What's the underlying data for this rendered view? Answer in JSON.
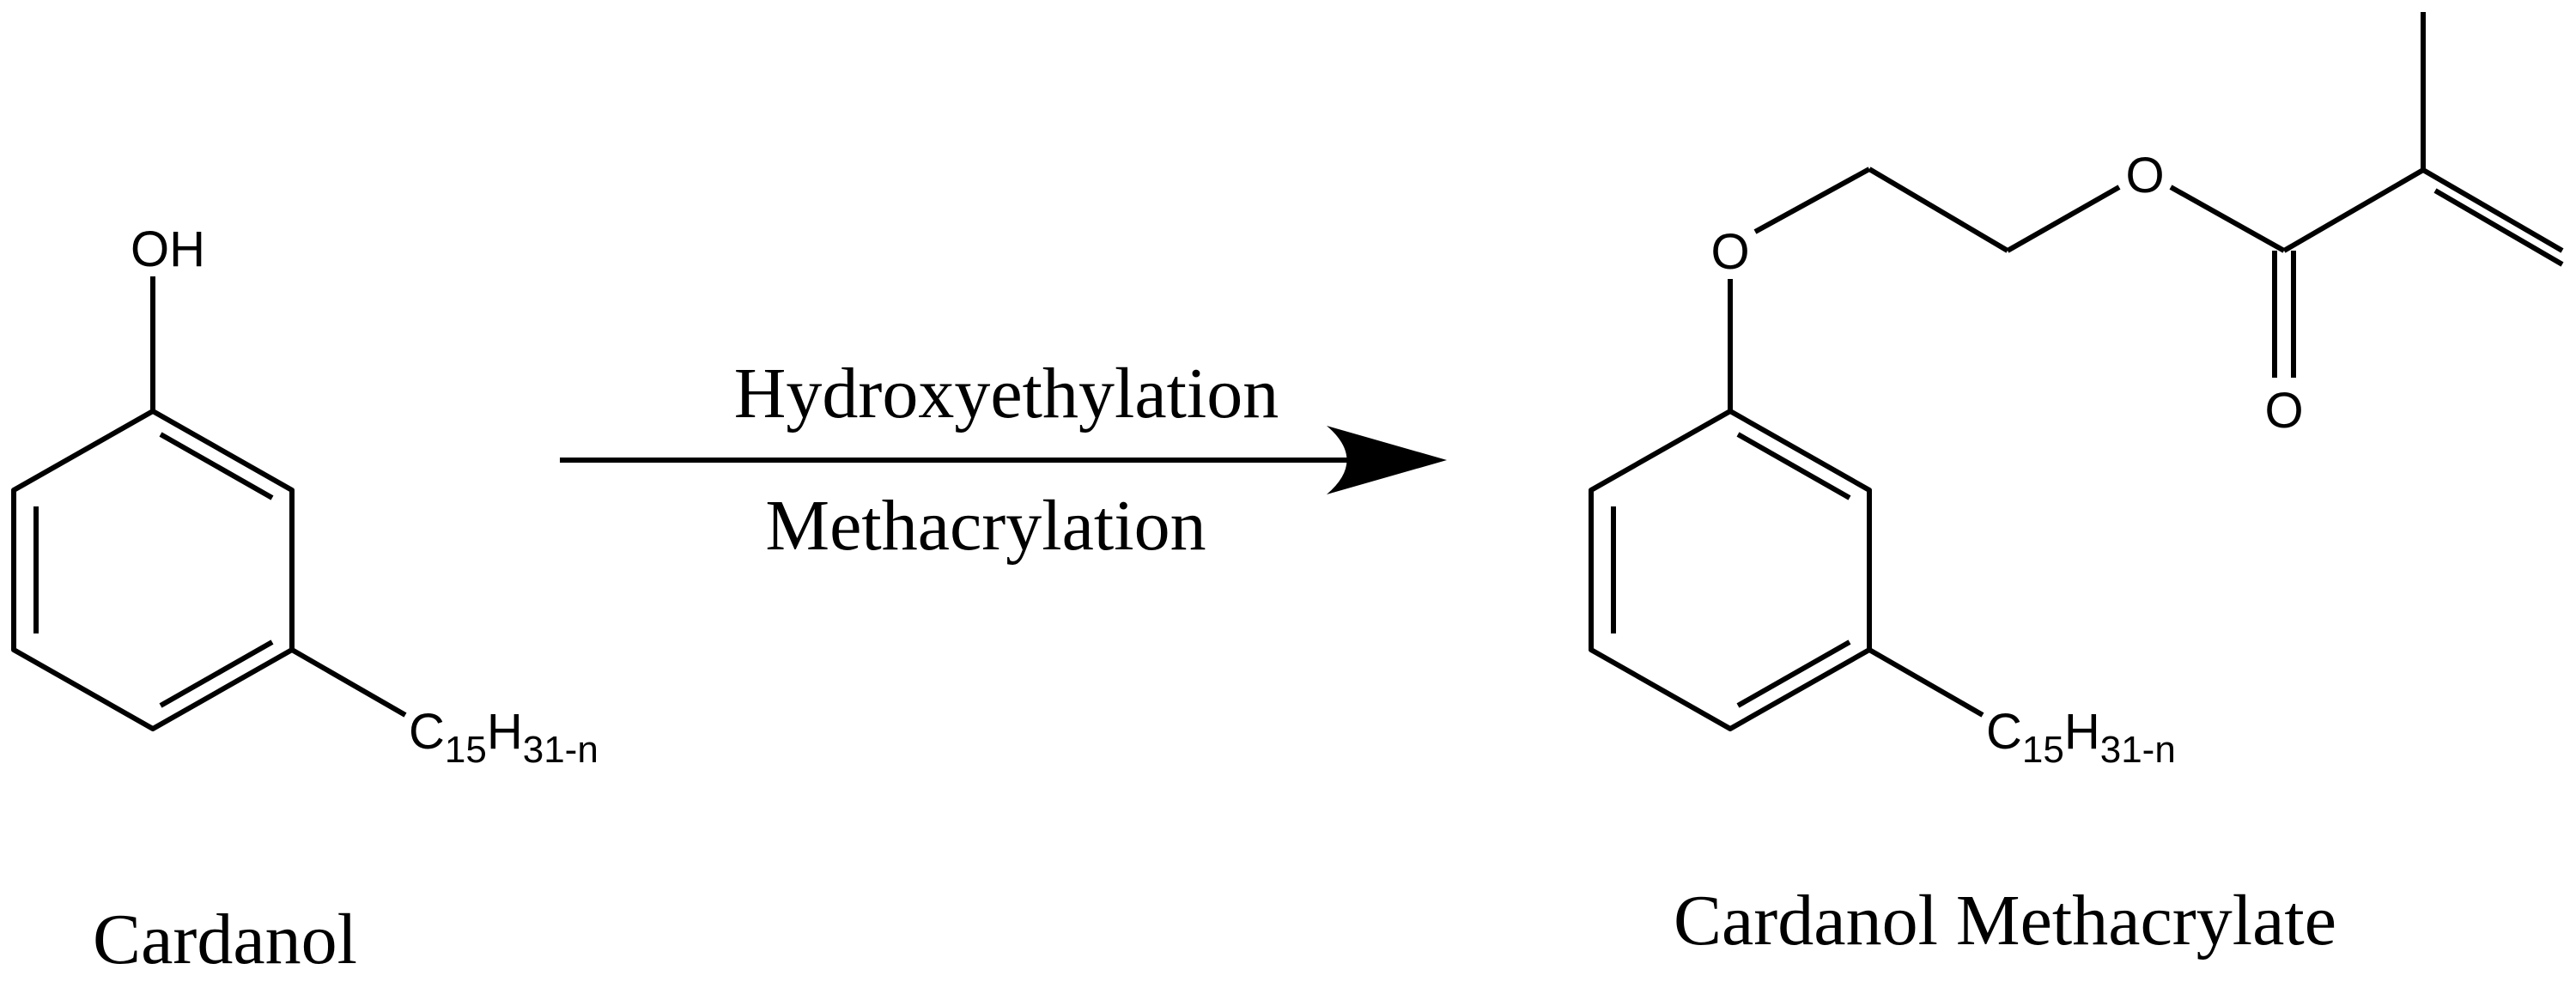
{
  "reactant": {
    "name": "Cardanol",
    "hydroxyl_label": "OH",
    "chain": {
      "base": "C",
      "sub1": "15",
      "mid": "H",
      "sub2": "31-n"
    }
  },
  "reaction": {
    "step1": "Hydroxyethylation",
    "step2": "Methacrylation"
  },
  "product": {
    "name": "Cardanol Methacrylate",
    "ether_oxygen": "O",
    "ester_oxygen": "O",
    "carbonyl_oxygen": "O",
    "chain": {
      "base": "C",
      "sub1": "15",
      "mid": "H",
      "sub2": "31-n"
    }
  }
}
